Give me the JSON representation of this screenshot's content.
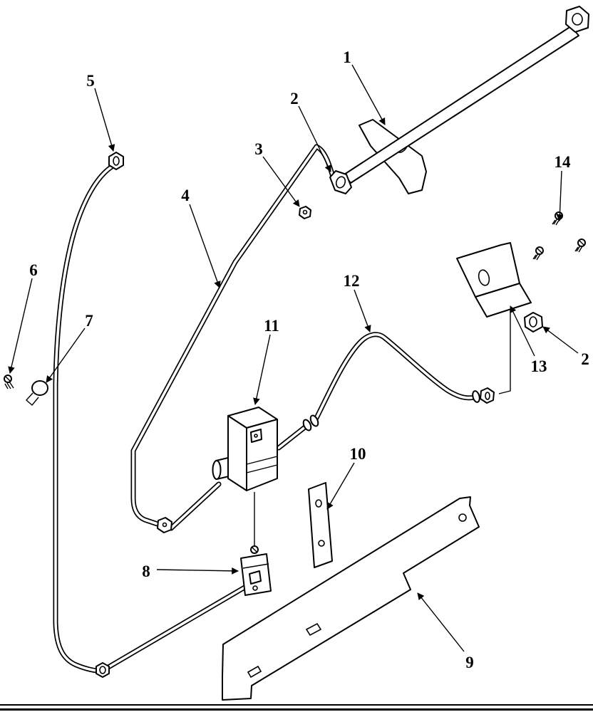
{
  "page": {
    "background": "#ffffff",
    "line_color": "#000000"
  },
  "callouts": [
    {
      "label": "1"
    },
    {
      "label": "2"
    },
    {
      "label": "3"
    },
    {
      "label": "4"
    },
    {
      "label": "5"
    },
    {
      "label": "6"
    },
    {
      "label": "7"
    },
    {
      "label": "8"
    },
    {
      "label": "9"
    },
    {
      "label": "10"
    },
    {
      "label": "11"
    },
    {
      "label": "12"
    },
    {
      "label": "13"
    },
    {
      "label": "14"
    },
    {
      "label": "2"
    }
  ]
}
